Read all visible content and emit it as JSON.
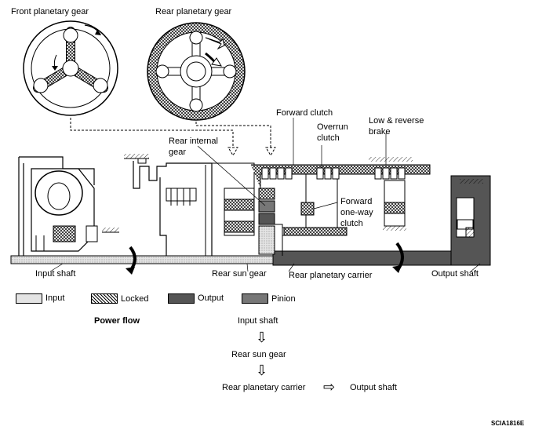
{
  "labels": {
    "front_planetary_gear": "Front planetary gear",
    "rear_planetary_gear": "Rear planetary gear",
    "forward_clutch": "Forward clutch",
    "overrun_clutch_line1": "Overrun",
    "overrun_clutch_line2": "clutch",
    "low_reverse_line1": "Low & reverse",
    "low_reverse_line2": "brake",
    "rear_internal_line1": "Rear internal",
    "rear_internal_line2": "gear",
    "forward_oneway_line1": "Forward",
    "forward_oneway_line2": "one-way",
    "forward_oneway_line3": "clutch",
    "input_shaft": "Input shaft",
    "rear_sun_gear": "Rear sun gear",
    "rear_planetary_carrier": "Rear planetary carrier",
    "output_shaft": "Output shaft"
  },
  "legend": [
    {
      "label": "Input",
      "color": "#d9d9d9"
    },
    {
      "label": "Locked",
      "color": "#ffffff"
    },
    {
      "label": "Output",
      "color": "#555555"
    },
    {
      "label": "Pinion",
      "color": "#777777"
    }
  ],
  "power_flow": {
    "title": "Power flow",
    "steps": [
      "Input shaft",
      "Rear sun gear",
      "Rear planetary carrier",
      "Output shaft"
    ]
  },
  "figure_code": "SCIA1816E"
}
